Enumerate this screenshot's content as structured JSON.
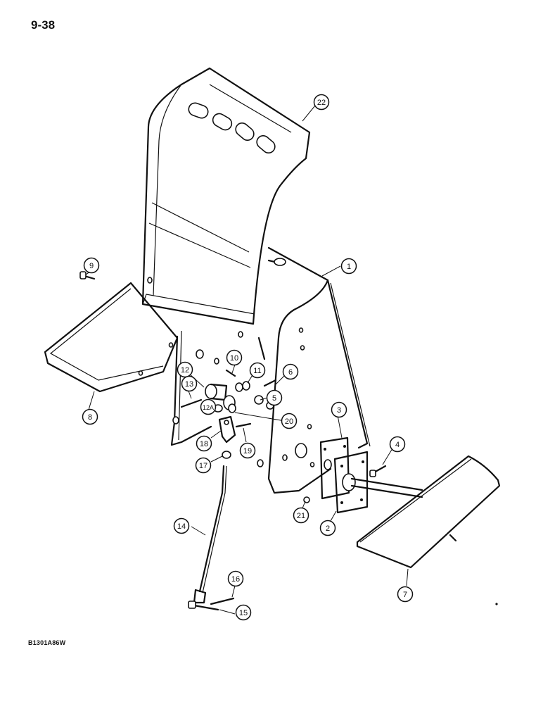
{
  "page_number": "9-38",
  "figure_code": "B1301A86W",
  "callouts": {
    "c1": "1",
    "c2": "2",
    "c3": "3",
    "c4": "4",
    "c5": "5",
    "c6": "6",
    "c7": "7",
    "c8": "8",
    "c9": "9",
    "c10": "10",
    "c11": "11",
    "c12": "12",
    "c12a": "12A",
    "c13": "13",
    "c14": "14",
    "c15": "15",
    "c16": "16",
    "c17": "17",
    "c18": "18",
    "c19": "19",
    "c20": "20",
    "c21": "21",
    "c22": "22"
  }
}
